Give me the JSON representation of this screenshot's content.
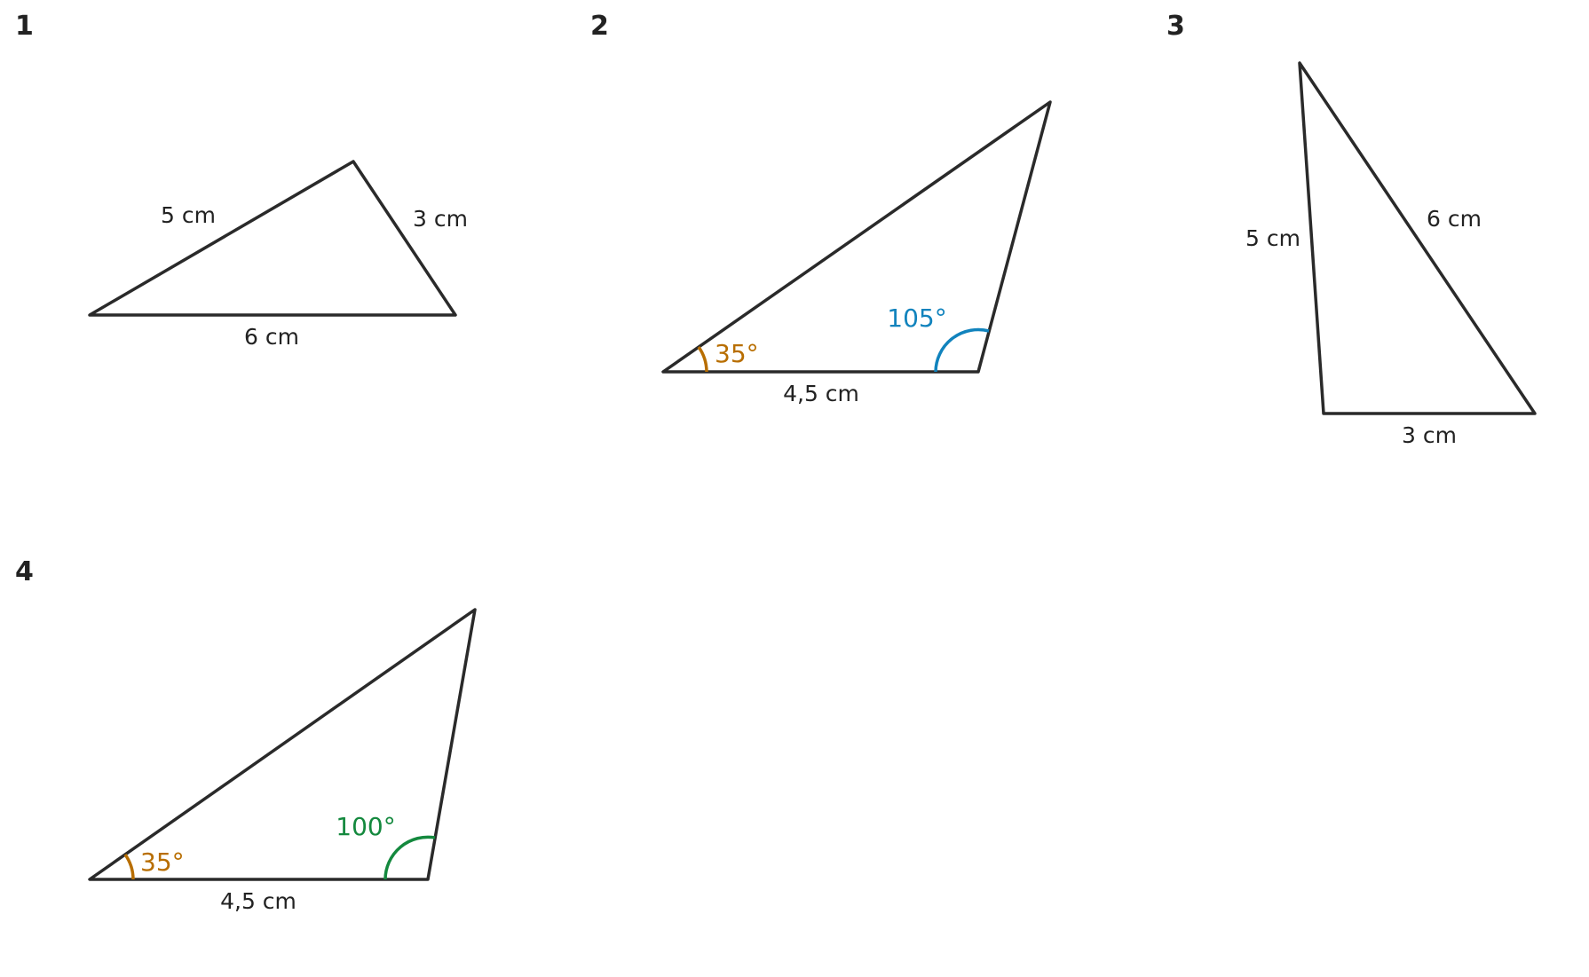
{
  "figures": [
    {
      "number": "1",
      "sides": [
        "5 cm",
        "3 cm",
        "6 cm"
      ]
    },
    {
      "number": "2",
      "angles": [
        {
          "text": "35°",
          "color": "#b86e00"
        },
        {
          "text": "105°",
          "color": "#1183bd"
        }
      ],
      "sides": [
        "4,5 cm"
      ]
    },
    {
      "number": "3",
      "sides": [
        "5 cm",
        "6 cm",
        "3 cm"
      ]
    },
    {
      "number": "4",
      "angles": [
        {
          "text": "35°",
          "color": "#b86e00"
        },
        {
          "text": "100°",
          "color": "#14893e"
        }
      ],
      "sides": [
        "4,5 cm"
      ]
    }
  ],
  "colors": {
    "stroke": "#2a2a2a",
    "text": "#222222",
    "angle_35": "#b86e00",
    "angle_105": "#1183bd",
    "angle_100": "#14893e"
  }
}
